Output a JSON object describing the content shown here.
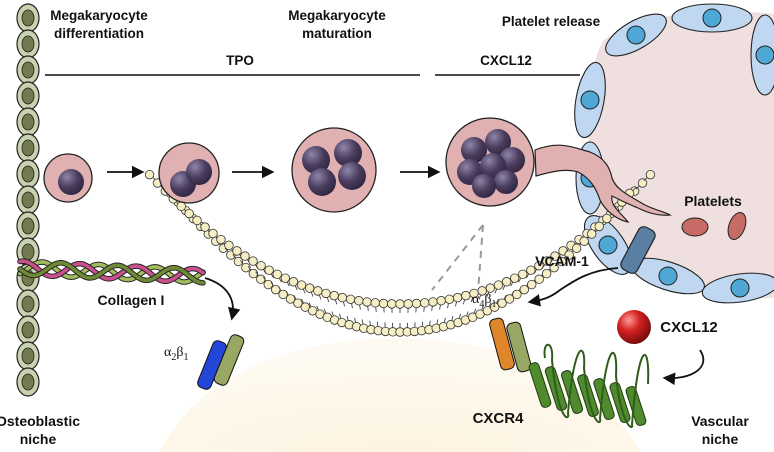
{
  "stages": {
    "differentiation": [
      "Megakaryocyte",
      "differentiation"
    ],
    "maturation": [
      "Megakaryocyte",
      "maturation"
    ],
    "release": "Platelet release"
  },
  "signals": {
    "tpo": "TPO",
    "cxcl12_top": "CXCL12"
  },
  "labels": {
    "collagen": "Collagen I",
    "platelets": "Platelets",
    "vcam": "VCAM-1",
    "cxcl12_ligand": "CXCL12",
    "cxcr4": "CXCR4",
    "osteoblastic": [
      "Osteoblastic",
      "niche"
    ],
    "vascular": [
      "Vascular",
      "niche"
    ]
  },
  "integrins": {
    "a2b1": {
      "alpha": "α",
      "a_sub": "2",
      "beta": "β",
      "b_sub": "1"
    },
    "a4b1": {
      "alpha": "α",
      "a_sub": "4",
      "beta": "β",
      "b_sub": "1"
    }
  },
  "colors": {
    "osteoblast_fill": "#c9d2ae",
    "osteoblast_nucleus": "#727b4f",
    "megakaryocyte_cytoplasm": "#e0b1b0",
    "nucleus": "#4a3d5e",
    "vessel_lumen": "#efe0df",
    "endothelial_fill": "#bfd7f0",
    "endothelial_nucleus": "#4fa7d6",
    "platelet": "#c76b67",
    "vcam": "#5b7ea3",
    "integrin_alpha2": "#2446d8",
    "integrin_alpha4": "#e0862a",
    "integrin_beta": "#98a864",
    "cxcr4": "#4f8a2f",
    "cxcl12_ball": "#cc1f1f",
    "membrane_bead": "#f6eec4",
    "cell_interior": "#fdf6e8",
    "collagen_green": "#a3bb5c",
    "collagen_pink": "#c94f8d"
  }
}
